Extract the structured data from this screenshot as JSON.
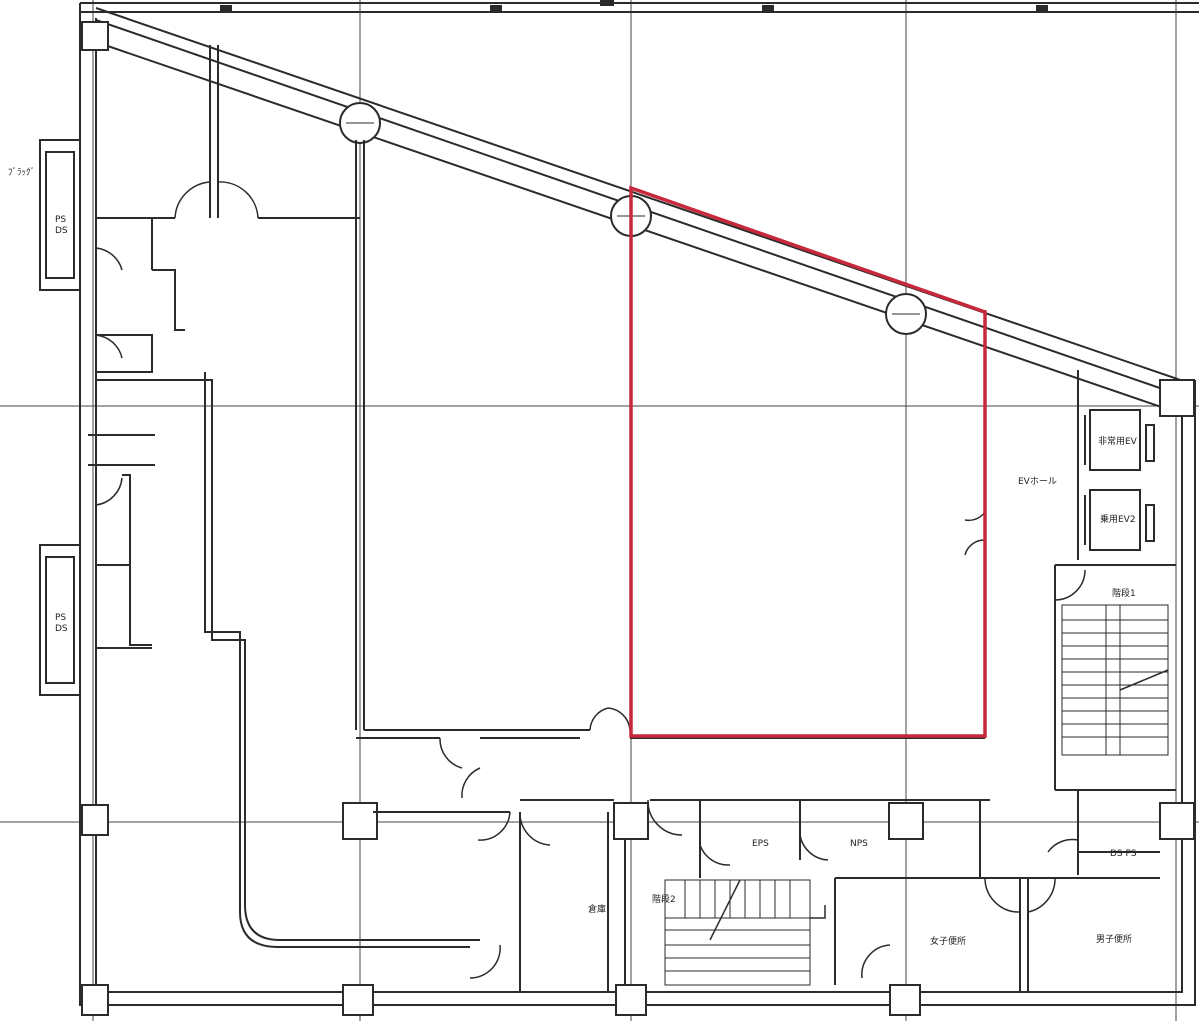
{
  "labels": {
    "balcony": "ﾌﾞﾗｯｸﾞ",
    "ps_left_top": "PS\nDS",
    "ps_left_mid": "PS\nDS",
    "elevator_1": "非常用EV",
    "elevator_2": "乗用EV2",
    "ev_hall": "EVホール",
    "stair_1": "階段1",
    "stair_2": "階段2",
    "eps": "EPS",
    "nps": "NPS",
    "ds_ps": "DS PS",
    "storage": "倉庫",
    "womens_wc": "女子便所",
    "mens_wc": "男子便所"
  },
  "colors": {
    "line": "#2b2b2b",
    "grid": "#444444",
    "highlight": "#c8283c"
  }
}
